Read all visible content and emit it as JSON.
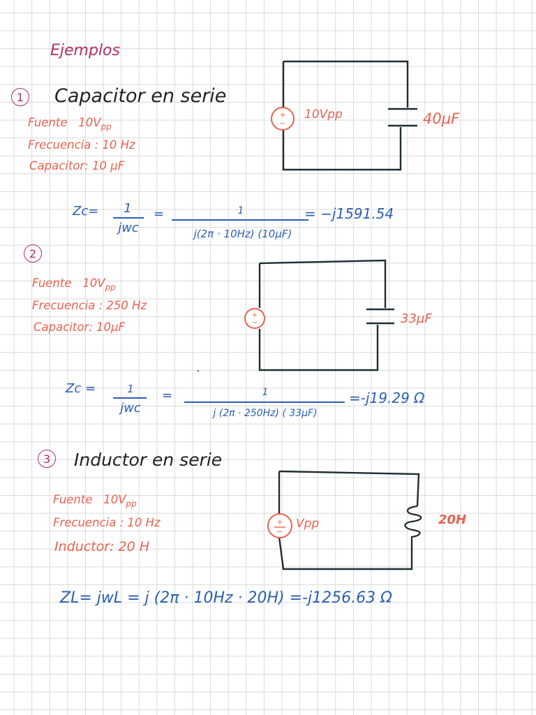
{
  "heading": "Ejemplos",
  "example1": {
    "number": "1",
    "title": "Capacitor en serie",
    "fuente_label": "Fuente",
    "fuente_value": "10V",
    "fuente_sub": "pp",
    "frecuencia": "Frecuencia : 10 Hz",
    "capacitor": "Capacitor: 10 µF",
    "source_label": "10Vpp",
    "component_label": "40µF",
    "formula": {
      "lhs": "Zc=",
      "num1": "1",
      "den1": "jwc",
      "eq1": "=",
      "num2": "1",
      "den2": "j(2π · 10Hz) (10µF)",
      "result": "= −j1591.54"
    }
  },
  "example2": {
    "number": "2",
    "fuente_label": "Fuente",
    "fuente_value": "10V",
    "fuente_sub": "pp",
    "frecuencia": "Frecuencia : 250 Hz",
    "capacitor": "Capacitor: 10µF",
    "component_label": "33µF",
    "formula": {
      "lhs": "Zc =",
      "num1": "1",
      "den1": "jwc",
      "eq1": "=",
      "num2": "1",
      "den2": "j (2π · 250Hz) ( 33µF)",
      "result": "=-j19.29 Ω"
    }
  },
  "example3": {
    "number": "3",
    "title": "Inductor en serie",
    "fuente_label": "Fuente",
    "fuente_value": "10V",
    "fuente_sub": "pp",
    "frecuencia": "Frecuencia : 10 Hz",
    "inductor": "Inductor: 20 H",
    "source_label": "Vpp",
    "component_label": "20H",
    "formula": "ZL= jwL = j (2π · 10Hz · 20H) =-j1256.63 Ω"
  },
  "colors": {
    "heading": "#b0306a",
    "notes": "#e8614e",
    "title": "#222222",
    "formula": "#2b5fb5",
    "grid": "#d9d9d9"
  }
}
